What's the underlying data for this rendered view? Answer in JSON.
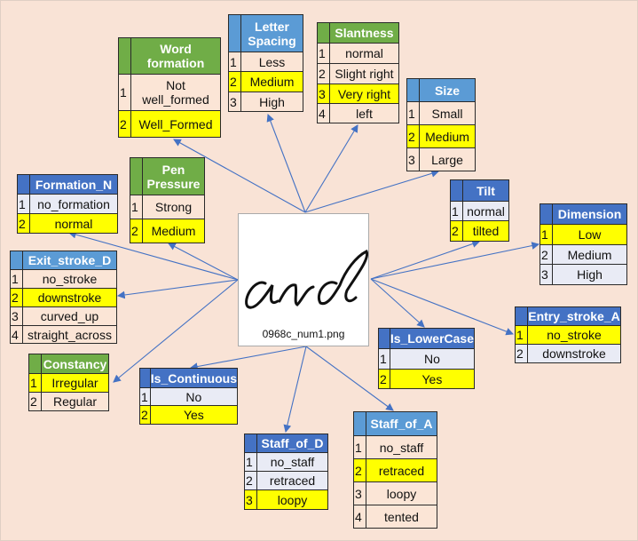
{
  "image": {
    "caption": "0968c_num1.png",
    "handwriting": "and"
  },
  "colors": {
    "green": "#70ad47",
    "light_blue": "#5b9bd5",
    "dark_blue": "#4472c4",
    "highlight": "#ffff00",
    "background": "#f9e3d6",
    "arrow": "#4472c4"
  },
  "tables": [
    {
      "key": "word-formation",
      "title": "Word formation",
      "theme": "green",
      "rows": [
        {
          "idx": "1",
          "label": "Not well_formed",
          "selected": false
        },
        {
          "idx": "2",
          "label": "Well_Formed",
          "selected": true
        }
      ]
    },
    {
      "key": "letter-spacing",
      "title": "Letter Spacing",
      "theme": "lblue",
      "rows": [
        {
          "idx": "1",
          "label": "Less",
          "selected": false
        },
        {
          "idx": "2",
          "label": "Medium",
          "selected": true
        },
        {
          "idx": "3",
          "label": "High",
          "selected": false
        }
      ]
    },
    {
      "key": "slantness",
      "title": "Slantness",
      "theme": "green",
      "rows": [
        {
          "idx": "1",
          "label": "normal",
          "selected": false
        },
        {
          "idx": "2",
          "label": "Slight right",
          "selected": false
        },
        {
          "idx": "3",
          "label": "Very right",
          "selected": true
        },
        {
          "idx": "4",
          "label": "left",
          "selected": false
        }
      ]
    },
    {
      "key": "size",
      "title": "Size",
      "theme": "lblue",
      "rows": [
        {
          "idx": "1",
          "label": "Small",
          "selected": false
        },
        {
          "idx": "2",
          "label": "Medium",
          "selected": true
        },
        {
          "idx": "3",
          "label": "Large",
          "selected": false
        }
      ]
    },
    {
      "key": "tilt",
      "title": "Tilt",
      "theme": "dblue",
      "rows": [
        {
          "idx": "1",
          "label": "normal",
          "selected": false
        },
        {
          "idx": "2",
          "label": "tilted",
          "selected": true
        }
      ]
    },
    {
      "key": "dimension",
      "title": "Dimension",
      "theme": "dblue",
      "rows": [
        {
          "idx": "1",
          "label": "Low",
          "selected": true
        },
        {
          "idx": "2",
          "label": "Medium",
          "selected": false
        },
        {
          "idx": "3",
          "label": "High",
          "selected": false
        }
      ]
    },
    {
      "key": "formation-n",
      "title": "Formation_N",
      "theme": "dblue",
      "rows": [
        {
          "idx": "1",
          "label": "no_formation",
          "selected": false
        },
        {
          "idx": "2",
          "label": "normal",
          "selected": true
        }
      ]
    },
    {
      "key": "pen-pressure",
      "title": "Pen Pressure",
      "theme": "green",
      "rows": [
        {
          "idx": "1",
          "label": "Strong",
          "selected": false
        },
        {
          "idx": "2",
          "label": "Medium",
          "selected": true
        }
      ]
    },
    {
      "key": "exit-stroke-d",
      "title": "Exit_stroke_D",
      "theme": "lblue",
      "rows": [
        {
          "idx": "1",
          "label": "no_stroke",
          "selected": false
        },
        {
          "idx": "2",
          "label": "downstroke",
          "selected": true
        },
        {
          "idx": "3",
          "label": "curved_up",
          "selected": false
        },
        {
          "idx": "4",
          "label": "straight_across",
          "selected": false
        }
      ]
    },
    {
      "key": "constancy",
      "title": "Constancy",
      "theme": "green",
      "rows": [
        {
          "idx": "1",
          "label": "Irregular",
          "selected": true
        },
        {
          "idx": "2",
          "label": "Regular",
          "selected": false
        }
      ]
    },
    {
      "key": "is-continuous",
      "title": "Is_Continuous",
      "theme": "dblue",
      "rows": [
        {
          "idx": "1",
          "label": "No",
          "selected": false
        },
        {
          "idx": "2",
          "label": "Yes",
          "selected": true
        }
      ]
    },
    {
      "key": "staff-of-d",
      "title": "Staff_of_D",
      "theme": "dblue",
      "rows": [
        {
          "idx": "1",
          "label": "no_staff",
          "selected": false
        },
        {
          "idx": "2",
          "label": "retraced",
          "selected": false
        },
        {
          "idx": "3",
          "label": "loopy",
          "selected": true
        }
      ]
    },
    {
      "key": "is-lowercase",
      "title": "Is_LowerCase",
      "theme": "dblue",
      "rows": [
        {
          "idx": "1",
          "label": "No",
          "selected": false
        },
        {
          "idx": "2",
          "label": "Yes",
          "selected": true
        }
      ]
    },
    {
      "key": "entry-stroke-a",
      "title": "Entry_stroke_A",
      "theme": "dblue",
      "rows": [
        {
          "idx": "1",
          "label": "no_stroke",
          "selected": true
        },
        {
          "idx": "2",
          "label": "downstroke",
          "selected": false
        }
      ]
    },
    {
      "key": "staff-of-a",
      "title": "Staff_of_A",
      "theme": "lblue",
      "rows": [
        {
          "idx": "1",
          "label": "no_staff",
          "selected": false
        },
        {
          "idx": "2",
          "label": "retraced",
          "selected": true
        },
        {
          "idx": "3",
          "label": "loopy",
          "selected": false
        },
        {
          "idx": "4",
          "label": "tented",
          "selected": false
        }
      ]
    }
  ]
}
